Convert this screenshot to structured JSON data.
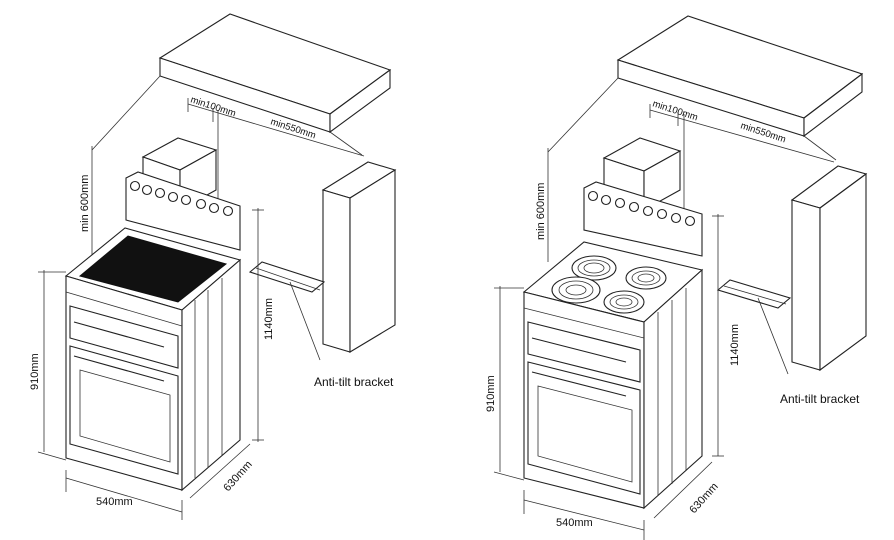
{
  "diagrams": [
    {
      "variant": "ceramic cooktop",
      "labels": {
        "min100": "min100mm",
        "min550": "min550mm",
        "min600": "min 600mm",
        "h1140": "1140mm",
        "h910": "910mm",
        "w540": "540mm",
        "d630": "630mm",
        "bracket": "Anti-tilt bracket"
      }
    },
    {
      "variant": "coil element cooktop",
      "labels": {
        "min100": "min100mm",
        "min550": "min550mm",
        "min600": "min 600mm",
        "h1140": "1140mm",
        "h910": "910mm",
        "w540": "540mm",
        "d630": "630mm",
        "bracket": "Anti-tilt bracket"
      }
    }
  ]
}
